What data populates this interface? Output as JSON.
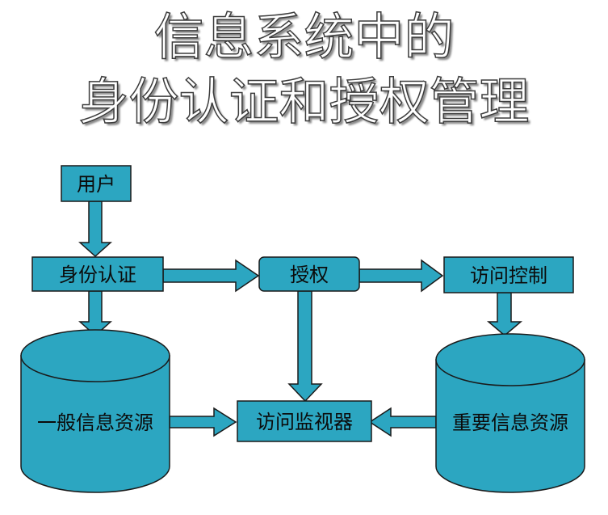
{
  "title": {
    "line1": "信息系统中的",
    "line2": "身份认证和授权管理"
  },
  "colors": {
    "box_fill": "#2ca6c1",
    "stroke": "#1a1a1a"
  },
  "nodes": {
    "user": "用户",
    "auth": "身份认证",
    "authorize": "授权",
    "access_control": "访问控制",
    "general_resources": "一般信息资源",
    "monitor": "访问监视器",
    "important_resources": "重要信息资源"
  }
}
